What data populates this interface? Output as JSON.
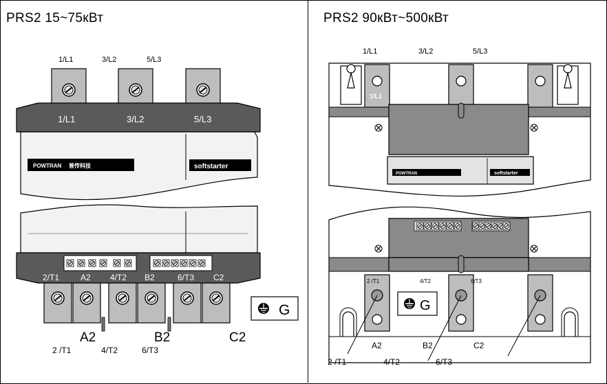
{
  "left": {
    "title": "PRS2 15~75кВт",
    "top_terminal_labels": [
      "1/L1",
      "3/L2",
      "5/L3"
    ],
    "body_terminal_labels": [
      "1/L1",
      "3/L2",
      "5/L3"
    ],
    "brand": "POWTRAN",
    "brand_chinese": "普传科技",
    "product": "softstarter",
    "bottom_body_labels": [
      "2/T1",
      "A2",
      "4/T2",
      "B2",
      "6/T3",
      "C2"
    ],
    "ground_label": "G",
    "below_big": [
      "A2",
      "B2",
      "C2"
    ],
    "below_small": [
      "2 /T1",
      "4/T2",
      "6/T3"
    ]
  },
  "right": {
    "title": "PRS2 90кВт~500кВт",
    "top_terminal_labels": [
      "1/L1",
      "3/L2",
      "5/L3"
    ],
    "stamp_label": "1/L1",
    "brand": "POWTRAN",
    "product": "softstarter",
    "bar_labels": [
      "2 /T1",
      "4/T2",
      "6/T3"
    ],
    "ground_label": "G",
    "mid_labels": [
      "A2",
      "B2",
      "C2"
    ],
    "callout_labels": [
      "2 /T1",
      "4/T2",
      "6/T3"
    ]
  },
  "colors": {
    "dark_gray": "#5a5a5a",
    "mid_gray": "#8a8a8a",
    "light_gray": "#d6d6d6",
    "panel_white": "#f2f2f2"
  }
}
